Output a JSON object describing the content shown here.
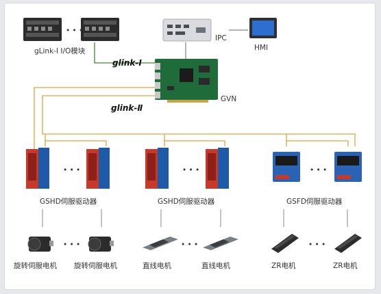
{
  "nodes": {
    "io_module": "gLink-I I/O模块",
    "ipc": "IPC",
    "hmi": "HMI",
    "gvn": "GVN",
    "glink1": "glink-Ⅰ",
    "glink2": "glink-Ⅱ"
  },
  "ellipsis": "• • •",
  "drive_groups": [
    {
      "label": "GSHD伺服驱动器",
      "motor": "旋转伺服电机",
      "motor_label_a": "旋转伺服电机",
      "motor_label_b": "旋转伺服电机"
    },
    {
      "label": "GSHD伺服驱动器",
      "motor_label_a": "直线电机",
      "motor_label_b": "直线电机"
    },
    {
      "label": "GSFD伺服驱动器",
      "motor_label_a": "ZR电机",
      "motor_label_b": "ZR电机"
    }
  ],
  "colors": {
    "glink1_line": "#3a8a2e",
    "glink2_line": "#e2a23a",
    "drive_blue": "#1f5aa8",
    "drive_red": "#c63a2c",
    "gsfd_blue": "#2a63b3"
  }
}
